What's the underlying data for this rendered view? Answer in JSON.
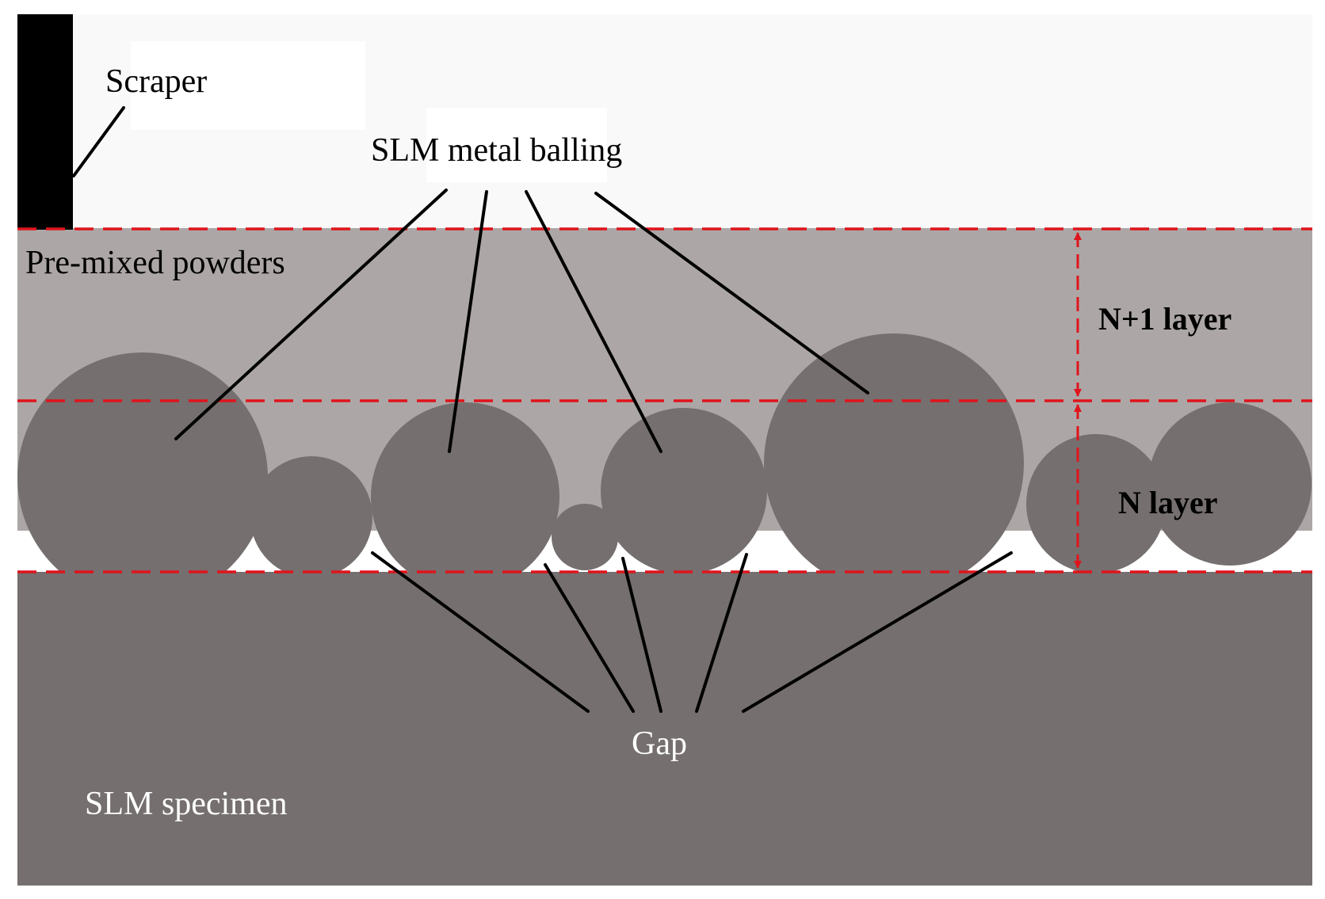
{
  "labels": {
    "scraper": "Scraper",
    "balling": "SLM metal balling",
    "powders": "Pre-mixed powders",
    "n1_layer": "N+1 layer",
    "n_layer": "N layer",
    "gap": "Gap",
    "specimen": "SLM specimen"
  },
  "colors": {
    "background": "#f9f9f9",
    "powder": "#aca7a6",
    "metal": "#756f6f",
    "guide": "#e0141c",
    "leader": "#000000"
  }
}
